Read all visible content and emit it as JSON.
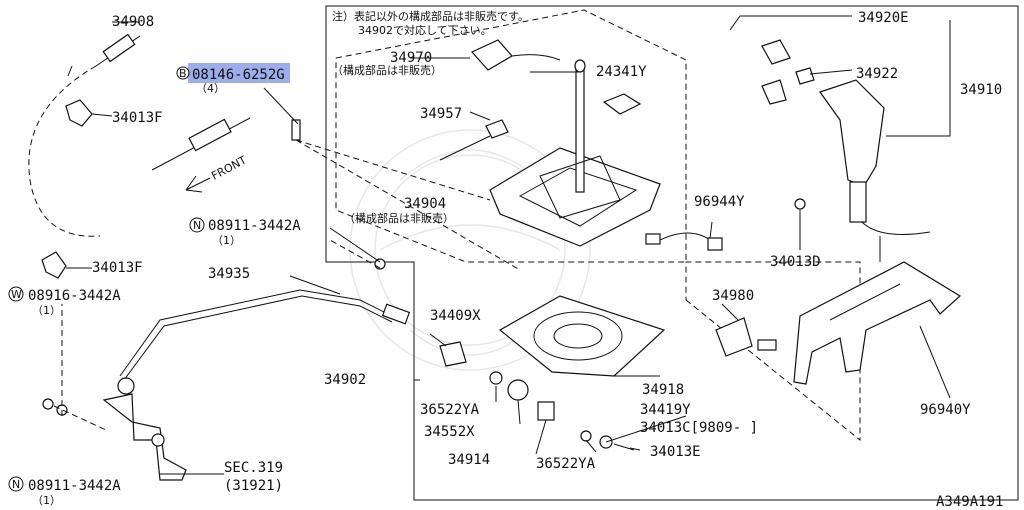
{
  "note": {
    "line1": "注）表記以外の構成部品は非販売です。",
    "line2": "34902で対応して下さい。",
    "unsold": "（構成部品は非販売）"
  },
  "parts": {
    "p34908": "34908",
    "p08146": "08146-6252G",
    "p08146_prefix": "B",
    "p08146_qty": "（4）",
    "p34013F_a": "34013F",
    "p34013F_b": "34013F",
    "front": "FRONT",
    "p34970": "34970",
    "p34970_note": "（構成部品は非販売）",
    "p24341Y": "24341Y",
    "p34957": "34957",
    "p34904": "34904",
    "p34904_note": "（構成部品は非販売）",
    "p08911a": "08911-3442A",
    "p08911a_prefix": "N",
    "p08911a_qty": "（1）",
    "p34935": "34935",
    "p08916": "08916-3442A",
    "p08916_prefix": "W",
    "p08916_qty": "（1）",
    "p34409X": "34409X",
    "p34902": "34902",
    "p36522YA_a": "36522YA",
    "p34552X": "34552X",
    "p34914": "34914",
    "p36522YA_b": "36522YA",
    "p34419Y": "34419Y",
    "p34013C": "34013C[9809-     ]",
    "p34013E": "34013E",
    "p34918": "34918",
    "p34980": "34980",
    "p96944Y": "96944Y",
    "p34013D": "34013D",
    "p34920E": "34920E",
    "p34922": "34922",
    "p34910": "34910",
    "p96940Y": "96940Y",
    "sec319": "SEC.319",
    "sec319_sub": "(31921)",
    "p08911b": "08911-3442A",
    "p08911b_prefix": "N",
    "p08911b_qty": "（1）",
    "diagram_id": "A349A191"
  }
}
